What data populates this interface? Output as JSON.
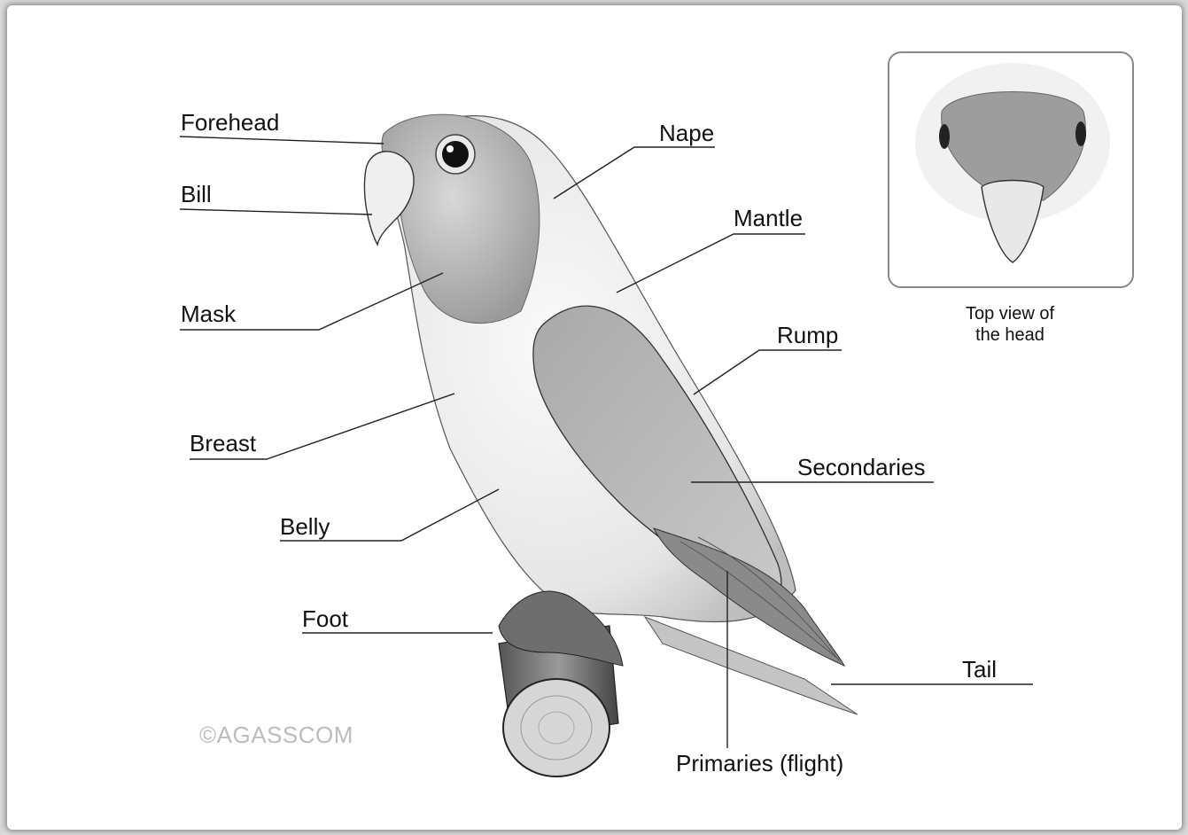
{
  "labels": {
    "forehead": "Forehead",
    "bill": "Bill",
    "mask": "Mask",
    "breast": "Breast",
    "belly": "Belly",
    "foot": "Foot",
    "nape": "Nape",
    "mantle": "Mantle",
    "rump": "Rump",
    "secondaries": "Secondaries",
    "tail": "Tail",
    "primaries": "Primaries (flight)"
  },
  "inset": {
    "caption_line1": "Top view of",
    "caption_line2": "the head"
  },
  "watermark": "©AGASSCOM"
}
